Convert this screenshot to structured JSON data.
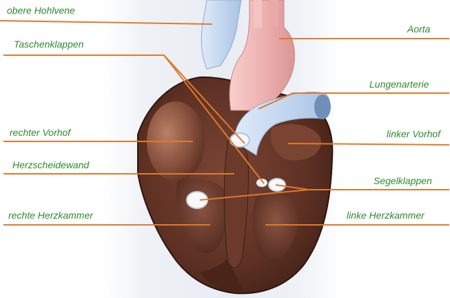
{
  "colors": {
    "label": "#2e8b2e",
    "leader": "#e07a2a",
    "muscle": "#5a2f22",
    "vessel_blue": "#c9dcf2",
    "vessel_red": "#f2b9b8"
  },
  "labels": {
    "obere_hohlvene": "obere Hohlvene",
    "taschenklappen": "Taschenklappen",
    "rechter_vorhof": "rechter Vorhof",
    "herzscheidewand": "Herzscheidewand",
    "rechte_herzkammer": "rechte Herzkammer",
    "aorta": "Aorta",
    "lungenarterie": "Lungenarterie",
    "linker_vorhof": "linker Vorhof",
    "segelklappen": "Segelklappen",
    "linke_herzkammer": "linke Herzkammer"
  }
}
